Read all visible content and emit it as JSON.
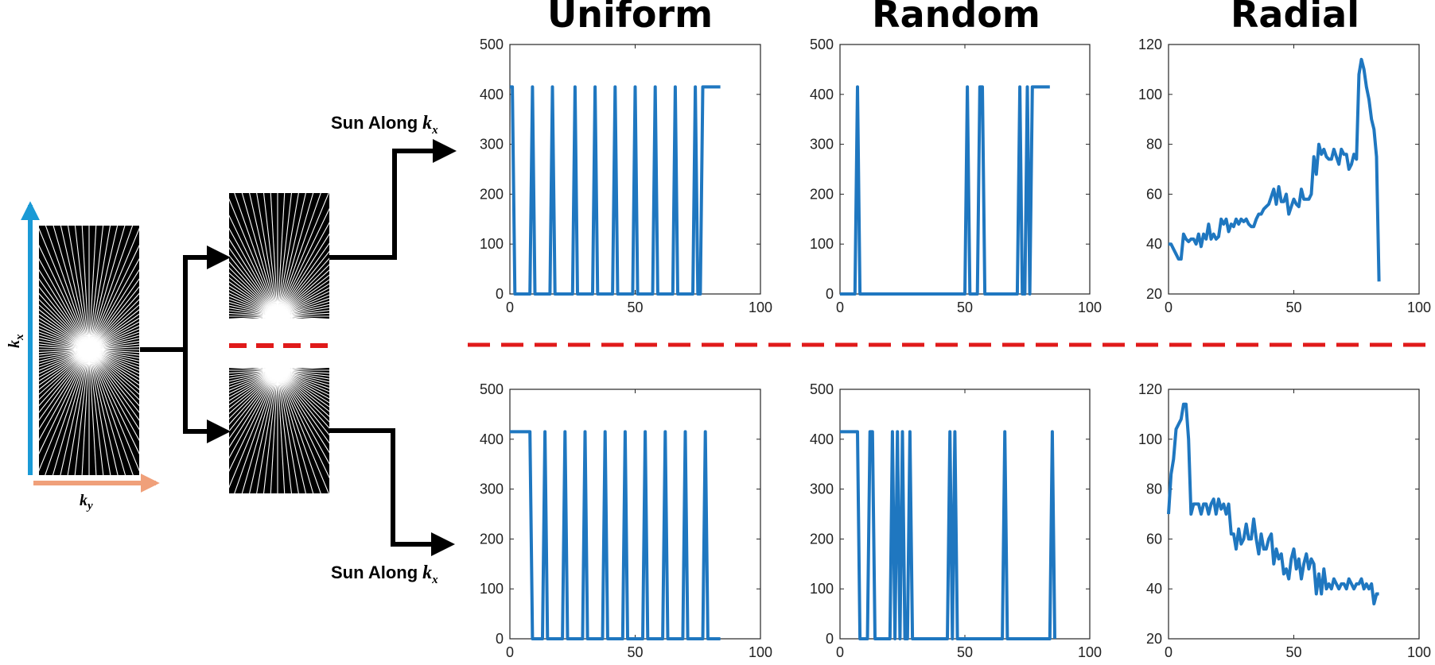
{
  "column_titles": [
    "Uniform",
    "Random",
    "Radial"
  ],
  "flow": {
    "top_label": "Sun Along",
    "top_var": "k",
    "top_sub": "x",
    "bottom_label": "Sun Along",
    "bottom_var": "k",
    "bottom_sub": "x",
    "kspace_vertical_axis": "k",
    "kspace_vertical_sub": "x",
    "kspace_horizontal_axis": "k",
    "kspace_horizontal_sub": "y"
  },
  "colors": {
    "line": "#1f77c0",
    "divider": "#e01a1a",
    "ky_arrow": "#f0a07a",
    "kx_arrow": "#1a9ad6"
  },
  "chart_data": [
    {
      "type": "line",
      "id": "uniform-top",
      "xlim": [
        0,
        100
      ],
      "ylim": [
        0,
        500
      ],
      "xticks": [
        0,
        50,
        100
      ],
      "yticks": [
        0,
        100,
        200,
        300,
        400,
        500
      ],
      "x": [
        0,
        1,
        2,
        8,
        9,
        10,
        16,
        17,
        18,
        25,
        26,
        27,
        33,
        34,
        35,
        41,
        42,
        43,
        49,
        50,
        51,
        57,
        58,
        59,
        65,
        66,
        67,
        73,
        74,
        75,
        76,
        77,
        84
      ],
      "y": [
        415,
        415,
        0,
        0,
        415,
        0,
        0,
        415,
        0,
        0,
        415,
        0,
        0,
        415,
        0,
        0,
        415,
        0,
        0,
        415,
        0,
        0,
        415,
        0,
        0,
        415,
        0,
        0,
        415,
        0,
        0,
        415,
        415
      ]
    },
    {
      "type": "line",
      "id": "random-top",
      "xlim": [
        0,
        100
      ],
      "ylim": [
        0,
        500
      ],
      "xticks": [
        0,
        50,
        100
      ],
      "yticks": [
        0,
        100,
        200,
        300,
        400,
        500
      ],
      "x": [
        0,
        6,
        7,
        8,
        50,
        51,
        52,
        55,
        56,
        57,
        58,
        71,
        72,
        73,
        74,
        75,
        76,
        77,
        84
      ],
      "y": [
        0,
        0,
        415,
        0,
        0,
        415,
        0,
        0,
        415,
        415,
        0,
        0,
        415,
        0,
        0,
        415,
        0,
        415,
        415
      ]
    },
    {
      "type": "line",
      "id": "radial-top",
      "xlim": [
        0,
        100
      ],
      "ylim": [
        20,
        120
      ],
      "xticks": [
        0,
        50,
        100
      ],
      "yticks": [
        20,
        40,
        60,
        80,
        100,
        120
      ],
      "x": [
        0,
        1,
        2,
        3,
        4,
        5,
        6,
        7,
        8,
        9,
        10,
        11,
        12,
        13,
        14,
        15,
        16,
        17,
        18,
        19,
        20,
        21,
        22,
        23,
        24,
        25,
        26,
        27,
        28,
        29,
        30,
        31,
        32,
        33,
        34,
        35,
        36,
        37,
        38,
        39,
        40,
        41,
        42,
        43,
        44,
        45,
        46,
        47,
        48,
        49,
        50,
        51,
        52,
        53,
        54,
        55,
        56,
        57,
        58,
        59,
        60,
        61,
        62,
        63,
        64,
        65,
        66,
        67,
        68,
        69,
        70,
        71,
        72,
        73,
        74,
        75,
        76,
        77,
        78,
        79,
        80,
        81,
        82,
        83,
        84
      ],
      "y": [
        40,
        40,
        38,
        36,
        34,
        34,
        44,
        42,
        41,
        42,
        42,
        40,
        44,
        39,
        44,
        42,
        48,
        42,
        44,
        42,
        43,
        50,
        48,
        50,
        45,
        48,
        47,
        50,
        48,
        50,
        49,
        50,
        48,
        47,
        47,
        50,
        52,
        52,
        54,
        55,
        56,
        59,
        62,
        56,
        63,
        57,
        57,
        60,
        52,
        55,
        58,
        56,
        55,
        62,
        58,
        58,
        58,
        60,
        75,
        68,
        80,
        76,
        78,
        75,
        74,
        74,
        78,
        75,
        72,
        78,
        76,
        76,
        70,
        72,
        76,
        74,
        108,
        114,
        110,
        103,
        98,
        90,
        86,
        75,
        25
      ]
    },
    {
      "type": "line",
      "id": "uniform-bottom",
      "xlim": [
        0,
        100
      ],
      "ylim": [
        0,
        500
      ],
      "xticks": [
        0,
        50,
        100
      ],
      "yticks": [
        0,
        100,
        200,
        300,
        400,
        500
      ],
      "x": [
        0,
        8,
        9,
        10,
        13,
        14,
        15,
        21,
        22,
        23,
        29,
        30,
        31,
        37,
        38,
        39,
        45,
        46,
        47,
        53,
        54,
        55,
        61,
        62,
        63,
        69,
        70,
        71,
        77,
        78,
        79,
        84
      ],
      "y": [
        415,
        415,
        0,
        0,
        0,
        415,
        0,
        0,
        415,
        0,
        0,
        415,
        0,
        0,
        415,
        0,
        0,
        415,
        0,
        0,
        415,
        0,
        0,
        415,
        0,
        0,
        415,
        0,
        0,
        415,
        0,
        0
      ]
    },
    {
      "type": "line",
      "id": "random-bottom",
      "xlim": [
        0,
        100
      ],
      "ylim": [
        0,
        500
      ],
      "xticks": [
        0,
        50,
        100
      ],
      "yticks": [
        0,
        100,
        200,
        300,
        400,
        500
      ],
      "x": [
        0,
        7,
        8,
        10,
        11,
        12,
        13,
        14,
        20,
        21,
        22,
        23,
        24,
        25,
        26,
        27,
        28,
        29,
        43,
        44,
        45,
        46,
        47,
        65,
        66,
        67,
        84,
        85,
        86
      ],
      "y": [
        415,
        415,
        0,
        0,
        0,
        415,
        415,
        0,
        0,
        415,
        0,
        415,
        0,
        415,
        0,
        0,
        415,
        0,
        0,
        415,
        0,
        415,
        0,
        0,
        415,
        0,
        0,
        415,
        0
      ]
    },
    {
      "type": "line",
      "id": "radial-bottom",
      "xlim": [
        0,
        100
      ],
      "ylim": [
        20,
        120
      ],
      "xticks": [
        0,
        50,
        100
      ],
      "yticks": [
        20,
        40,
        60,
        80,
        100,
        120
      ],
      "x": [
        0,
        1,
        2,
        3,
        4,
        5,
        6,
        7,
        8,
        9,
        10,
        11,
        12,
        13,
        14,
        15,
        16,
        17,
        18,
        19,
        20,
        21,
        22,
        23,
        24,
        25,
        26,
        27,
        28,
        29,
        30,
        31,
        32,
        33,
        34,
        35,
        36,
        37,
        38,
        39,
        40,
        41,
        42,
        43,
        44,
        45,
        46,
        47,
        48,
        49,
        50,
        51,
        52,
        53,
        54,
        55,
        56,
        57,
        58,
        59,
        60,
        61,
        62,
        63,
        64,
        65,
        66,
        67,
        68,
        69,
        70,
        71,
        72,
        73,
        74,
        75,
        76,
        77,
        78,
        79,
        80,
        81,
        82,
        83,
        84
      ],
      "y": [
        70,
        86,
        92,
        104,
        106,
        108,
        114,
        114,
        100,
        70,
        74,
        74,
        74,
        70,
        74,
        74,
        70,
        74,
        76,
        70,
        76,
        72,
        74,
        70,
        74,
        62,
        62,
        56,
        64,
        58,
        60,
        66,
        60,
        60,
        68,
        60,
        54,
        62,
        56,
        56,
        60,
        62,
        50,
        56,
        52,
        54,
        46,
        48,
        44,
        52,
        56,
        48,
        52,
        44,
        50,
        54,
        48,
        52,
        50,
        38,
        46,
        38,
        48,
        40,
        42,
        40,
        44,
        42,
        40,
        42,
        42,
        40,
        44,
        42,
        40,
        42,
        42,
        44,
        40,
        42,
        40,
        42,
        34,
        38,
        38
      ]
    }
  ]
}
